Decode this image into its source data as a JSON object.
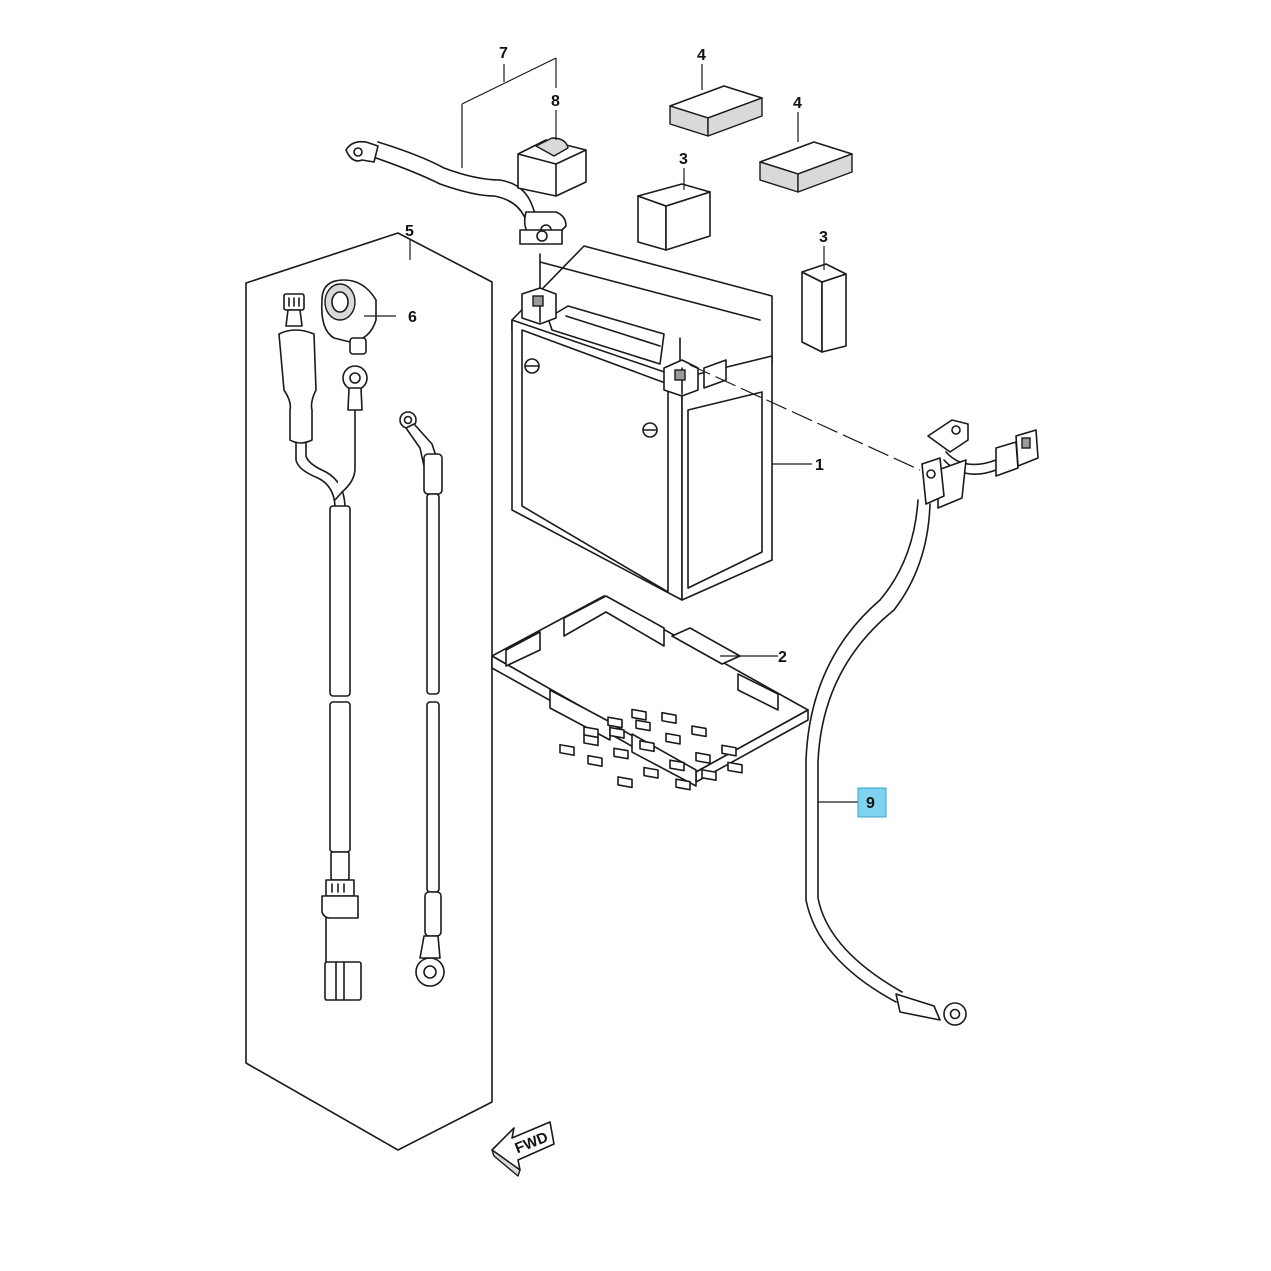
{
  "callouts": {
    "battery": "1",
    "tray": "2",
    "pad_a": "3",
    "pad_b": "3",
    "cushion_a": "4",
    "cushion_b": "4",
    "harness_kit": "5",
    "cap": "6",
    "cable_plus": "7",
    "terminal_cover": "8",
    "cable_minus": "9"
  },
  "direction_label": "FWD",
  "colors": {
    "highlight_fill": "#7fd3f0",
    "highlight_stroke": "#3aa0c8"
  }
}
